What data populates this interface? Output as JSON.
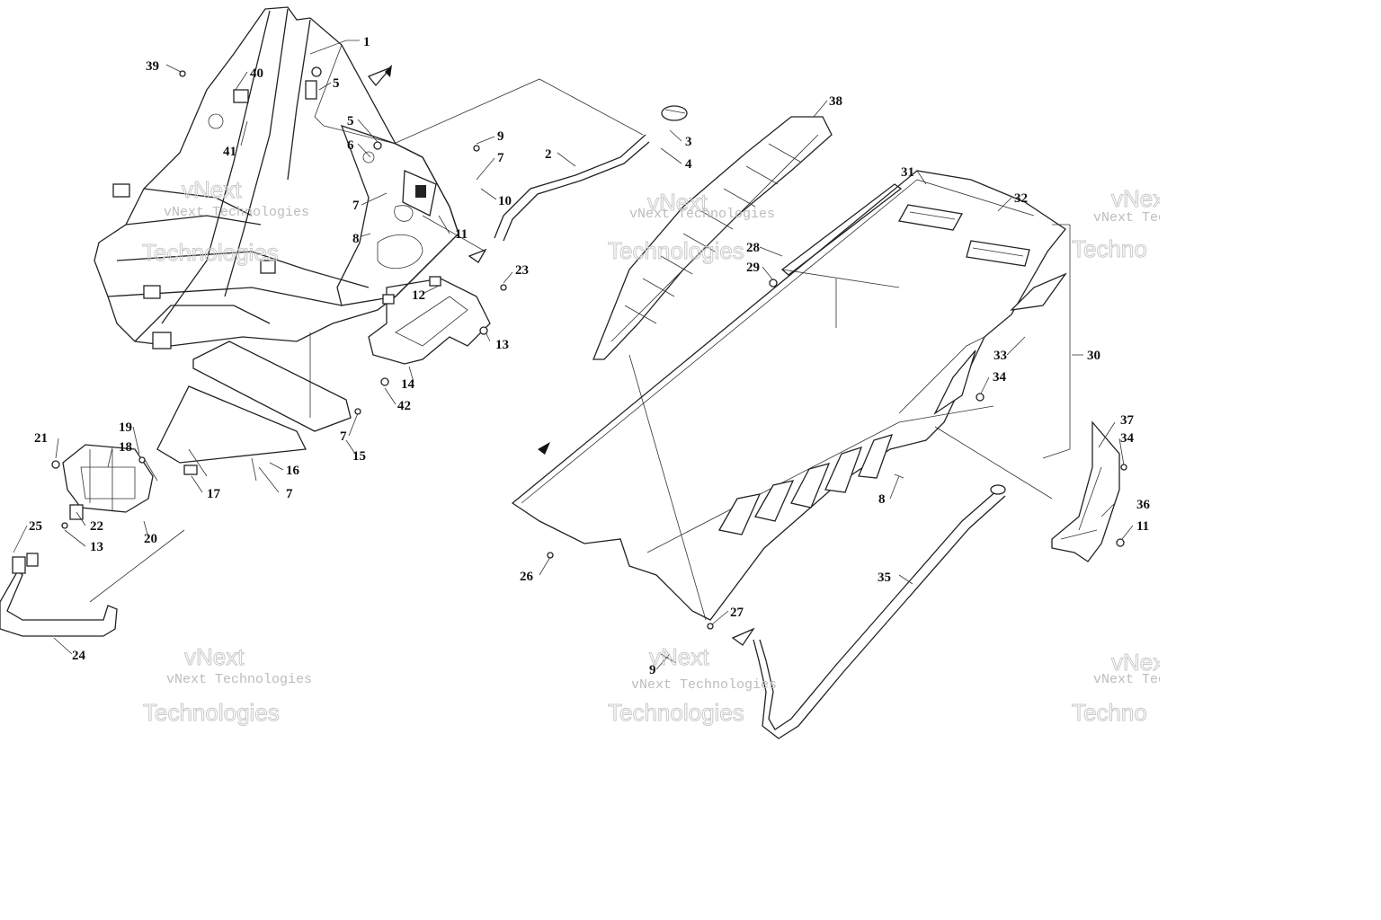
{
  "diagram": {
    "callouts": [
      {
        "id": "c1",
        "label": "1"
      },
      {
        "id": "c39",
        "label": "39"
      },
      {
        "id": "c40",
        "label": "40"
      },
      {
        "id": "c5a",
        "label": "5"
      },
      {
        "id": "c41",
        "label": "41"
      },
      {
        "id": "c5b",
        "label": "5"
      },
      {
        "id": "c6",
        "label": "6"
      },
      {
        "id": "c9",
        "label": "9"
      },
      {
        "id": "c7a",
        "label": "7"
      },
      {
        "id": "c7b",
        "label": "7"
      },
      {
        "id": "c10",
        "label": "10"
      },
      {
        "id": "c8a",
        "label": "8"
      },
      {
        "id": "c11a",
        "label": "11"
      },
      {
        "id": "c2",
        "label": "2"
      },
      {
        "id": "c3",
        "label": "3"
      },
      {
        "id": "c4",
        "label": "4"
      },
      {
        "id": "c23",
        "label": "23"
      },
      {
        "id": "c12",
        "label": "12"
      },
      {
        "id": "c13a",
        "label": "13"
      },
      {
        "id": "c14",
        "label": "14"
      },
      {
        "id": "c42",
        "label": "42"
      },
      {
        "id": "c7c",
        "label": "7"
      },
      {
        "id": "c15",
        "label": "15"
      },
      {
        "id": "c16",
        "label": "16"
      },
      {
        "id": "c17",
        "label": "17"
      },
      {
        "id": "c7d",
        "label": "7"
      },
      {
        "id": "c19",
        "label": "19"
      },
      {
        "id": "c21",
        "label": "21"
      },
      {
        "id": "c18",
        "label": "18"
      },
      {
        "id": "c22",
        "label": "22"
      },
      {
        "id": "c20",
        "label": "20"
      },
      {
        "id": "c13b",
        "label": "13"
      },
      {
        "id": "c25",
        "label": "25"
      },
      {
        "id": "c24",
        "label": "24"
      },
      {
        "id": "c38",
        "label": "38"
      },
      {
        "id": "c31",
        "label": "31"
      },
      {
        "id": "c32",
        "label": "32"
      },
      {
        "id": "c28",
        "label": "28"
      },
      {
        "id": "c29",
        "label": "29"
      },
      {
        "id": "c30",
        "label": "30"
      },
      {
        "id": "c33",
        "label": "33"
      },
      {
        "id": "c34a",
        "label": "34"
      },
      {
        "id": "c37",
        "label": "37"
      },
      {
        "id": "c34b",
        "label": "34"
      },
      {
        "id": "c36",
        "label": "36"
      },
      {
        "id": "c11b",
        "label": "11"
      },
      {
        "id": "c8b",
        "label": "8"
      },
      {
        "id": "c35",
        "label": "35"
      },
      {
        "id": "c26",
        "label": "26"
      },
      {
        "id": "c27",
        "label": "27"
      },
      {
        "id": "c9b",
        "label": "9"
      }
    ],
    "watermarks": [
      {
        "line1": "vNext",
        "line2": "vNext Technologies",
        "line3": "Technologies"
      },
      {
        "line1": "vNext",
        "line2": "vNext Technologies",
        "line3": "Technologies"
      },
      {
        "line1": "vNext",
        "line2": "vNext Technologies",
        "line3": "Technologies"
      },
      {
        "line1": "vNext",
        "line2": "vNext Technologies",
        "line3": "Technologies"
      },
      {
        "line1": "vNext",
        "line2": "vNext Tec",
        "line3": "Techno"
      },
      {
        "line1": "vNext",
        "line2": "vNext Tec",
        "line3": "Techno"
      }
    ]
  }
}
